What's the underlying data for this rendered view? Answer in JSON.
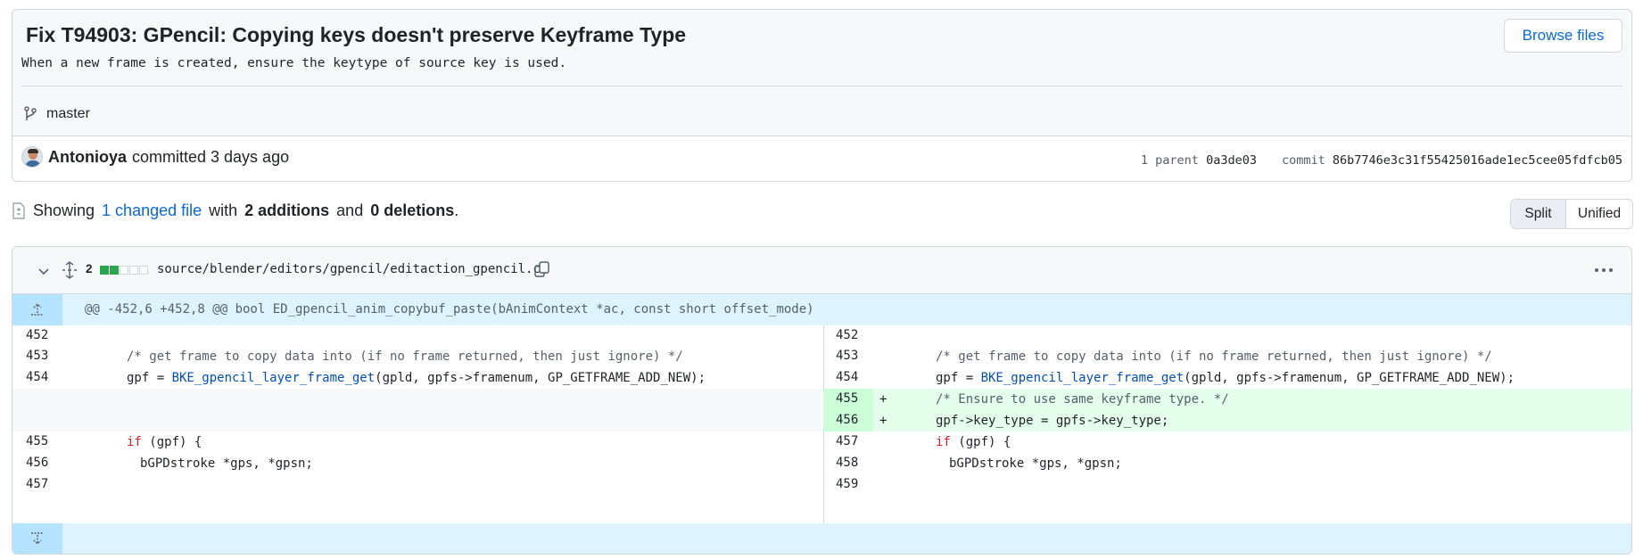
{
  "commit": {
    "title": "Fix T94903: GPencil: Copying keys doesn't preserve Keyframe Type",
    "description": "When a new frame is created, ensure the keytype of source key is used.",
    "browse_files_label": "Browse files",
    "branch": "master",
    "author": "Antonioya",
    "committed_text": "committed 3 days ago",
    "parent_label": "1 parent",
    "parent_sha": "0a3de03",
    "commit_label": "commit",
    "commit_sha": "86b7746e3c31f55425016ade1ec5cee05fdfcb05"
  },
  "summary": {
    "showing": "Showing",
    "changed_files": "1 changed file",
    "with": "with",
    "additions": "2 additions",
    "and": "and",
    "deletions": "0 deletions",
    "period": "."
  },
  "view_toggle": {
    "split": "Split",
    "unified": "Unified",
    "selected": "Split"
  },
  "file": {
    "change_count": "2",
    "diffstat": [
      "add",
      "add",
      "neutral",
      "neutral",
      "neutral"
    ],
    "path": "source/blender/editors/gpencil/editaction_gpencil.c",
    "hunk_header": "@@ -452,6 +452,8 @@ bool ED_gpencil_anim_copybuf_paste(bAnimContext *ac, const short offset_mode)",
    "left_lines": [
      {
        "num": "452",
        "code": ""
      },
      {
        "num": "453",
        "code": "/* get frame to copy data into (if no frame returned, then just ignore) */"
      },
      {
        "num": "454",
        "code": "gpf = BKE_gpencil_layer_frame_get(gpld, gpfs->framenum, GP_GETFRAME_ADD_NEW);"
      },
      {
        "num": "455",
        "code": "if (gpf) {"
      },
      {
        "num": "456",
        "code": "bGPDstroke *gps, *gpsn;"
      },
      {
        "num": "457",
        "code": ""
      }
    ],
    "right_lines": [
      {
        "num": "452",
        "code": ""
      },
      {
        "num": "453",
        "code": "/* get frame to copy data into (if no frame returned, then just ignore) */"
      },
      {
        "num": "454",
        "code": "gpf = BKE_gpencil_layer_frame_get(gpld, gpfs->framenum, GP_GETFRAME_ADD_NEW);"
      },
      {
        "num": "455",
        "sign": "+",
        "code": "/* Ensure to use same keyframe type. */"
      },
      {
        "num": "456",
        "sign": "+",
        "code": "gpf->key_type = gpfs->key_type;"
      },
      {
        "num": "457",
        "code": "if (gpf) {"
      },
      {
        "num": "458",
        "code": "bGPDstroke *gps, *gpsn;"
      },
      {
        "num": "459",
        "code": ""
      }
    ]
  },
  "icons": {
    "branch": "git-branch-icon",
    "chevron": "chevron-down-icon",
    "unfold": "unfold-icon",
    "copy": "copy-icon",
    "kebab": "kebab-horizontal-icon",
    "expand_up": "fold-up-icon",
    "expand_down": "fold-down-icon",
    "file_diff": "file-diff-icon"
  },
  "colors": {
    "accent": "#0969da",
    "add_line_bg": "#e6ffec",
    "add_num_bg": "#ccffd8",
    "hunk_bg": "#ddf4ff",
    "diffstat_add": "#2da44e"
  }
}
